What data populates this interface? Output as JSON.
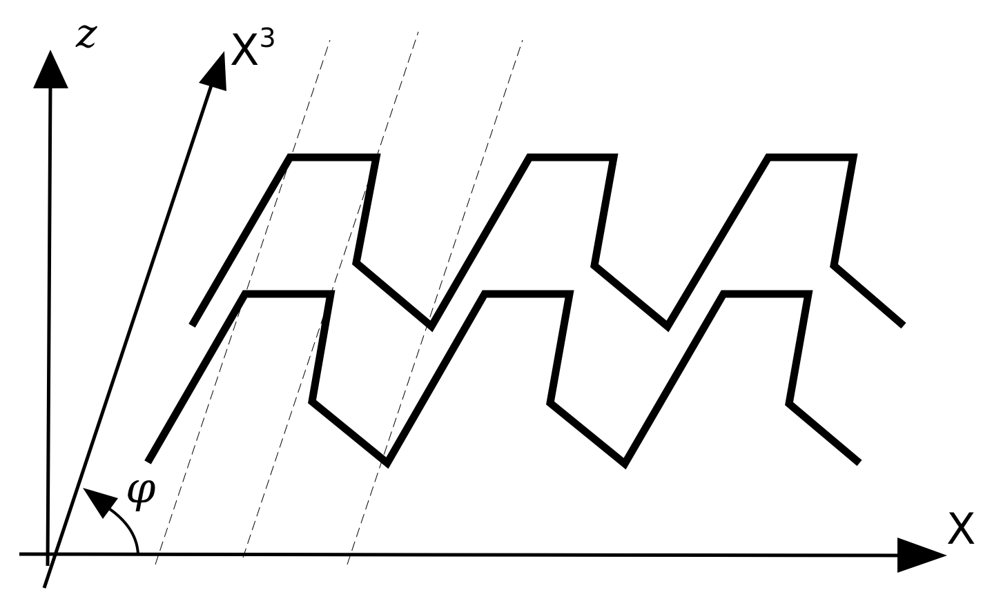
{
  "labels": {
    "z_axis": "z",
    "x3_axis": "X",
    "x3_superscript": "3",
    "x_axis": "X",
    "angle": "φ"
  },
  "colors": {
    "stroke": "#000000",
    "background": "#ffffff"
  }
}
